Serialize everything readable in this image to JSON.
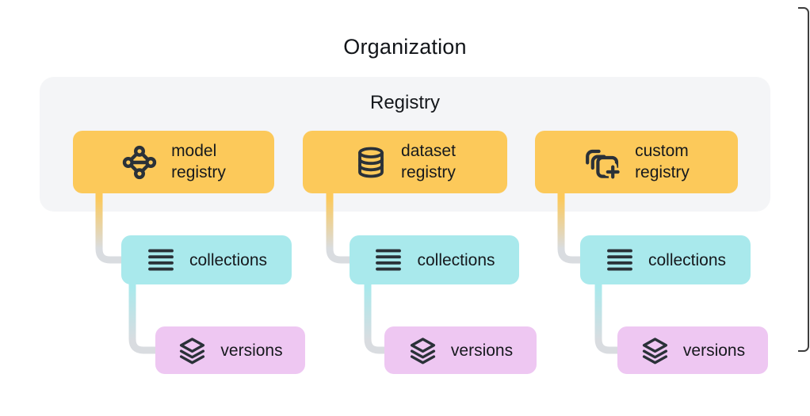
{
  "title": "Organization",
  "registry_group": {
    "label": "Registry"
  },
  "colors": {
    "registry_box": "#fcc95a",
    "collections_box": "#a9e9ec",
    "versions_box": "#eec7f2",
    "group_background": "#f4f5f7",
    "icon_dark": "#2a3138",
    "text": "#16191d",
    "connector_gray": "#d9dce0",
    "window_edge": "#3d3d3d"
  },
  "columns": [
    {
      "registry": {
        "line1": "model",
        "line2": "registry",
        "icon": "model-graph-icon"
      },
      "collections": {
        "label": "collections",
        "icon": "list-lines-icon"
      },
      "versions": {
        "label": "versions",
        "icon": "layers-icon"
      }
    },
    {
      "registry": {
        "line1": "dataset",
        "line2": "registry",
        "icon": "database-icon"
      },
      "collections": {
        "label": "collections",
        "icon": "list-lines-icon"
      },
      "versions": {
        "label": "versions",
        "icon": "layers-icon"
      }
    },
    {
      "registry": {
        "line1": "custom",
        "line2": "registry",
        "icon": "stacked-squares-plus-icon"
      },
      "collections": {
        "label": "collections",
        "icon": "list-lines-icon"
      },
      "versions": {
        "label": "versions",
        "icon": "layers-icon"
      }
    }
  ]
}
